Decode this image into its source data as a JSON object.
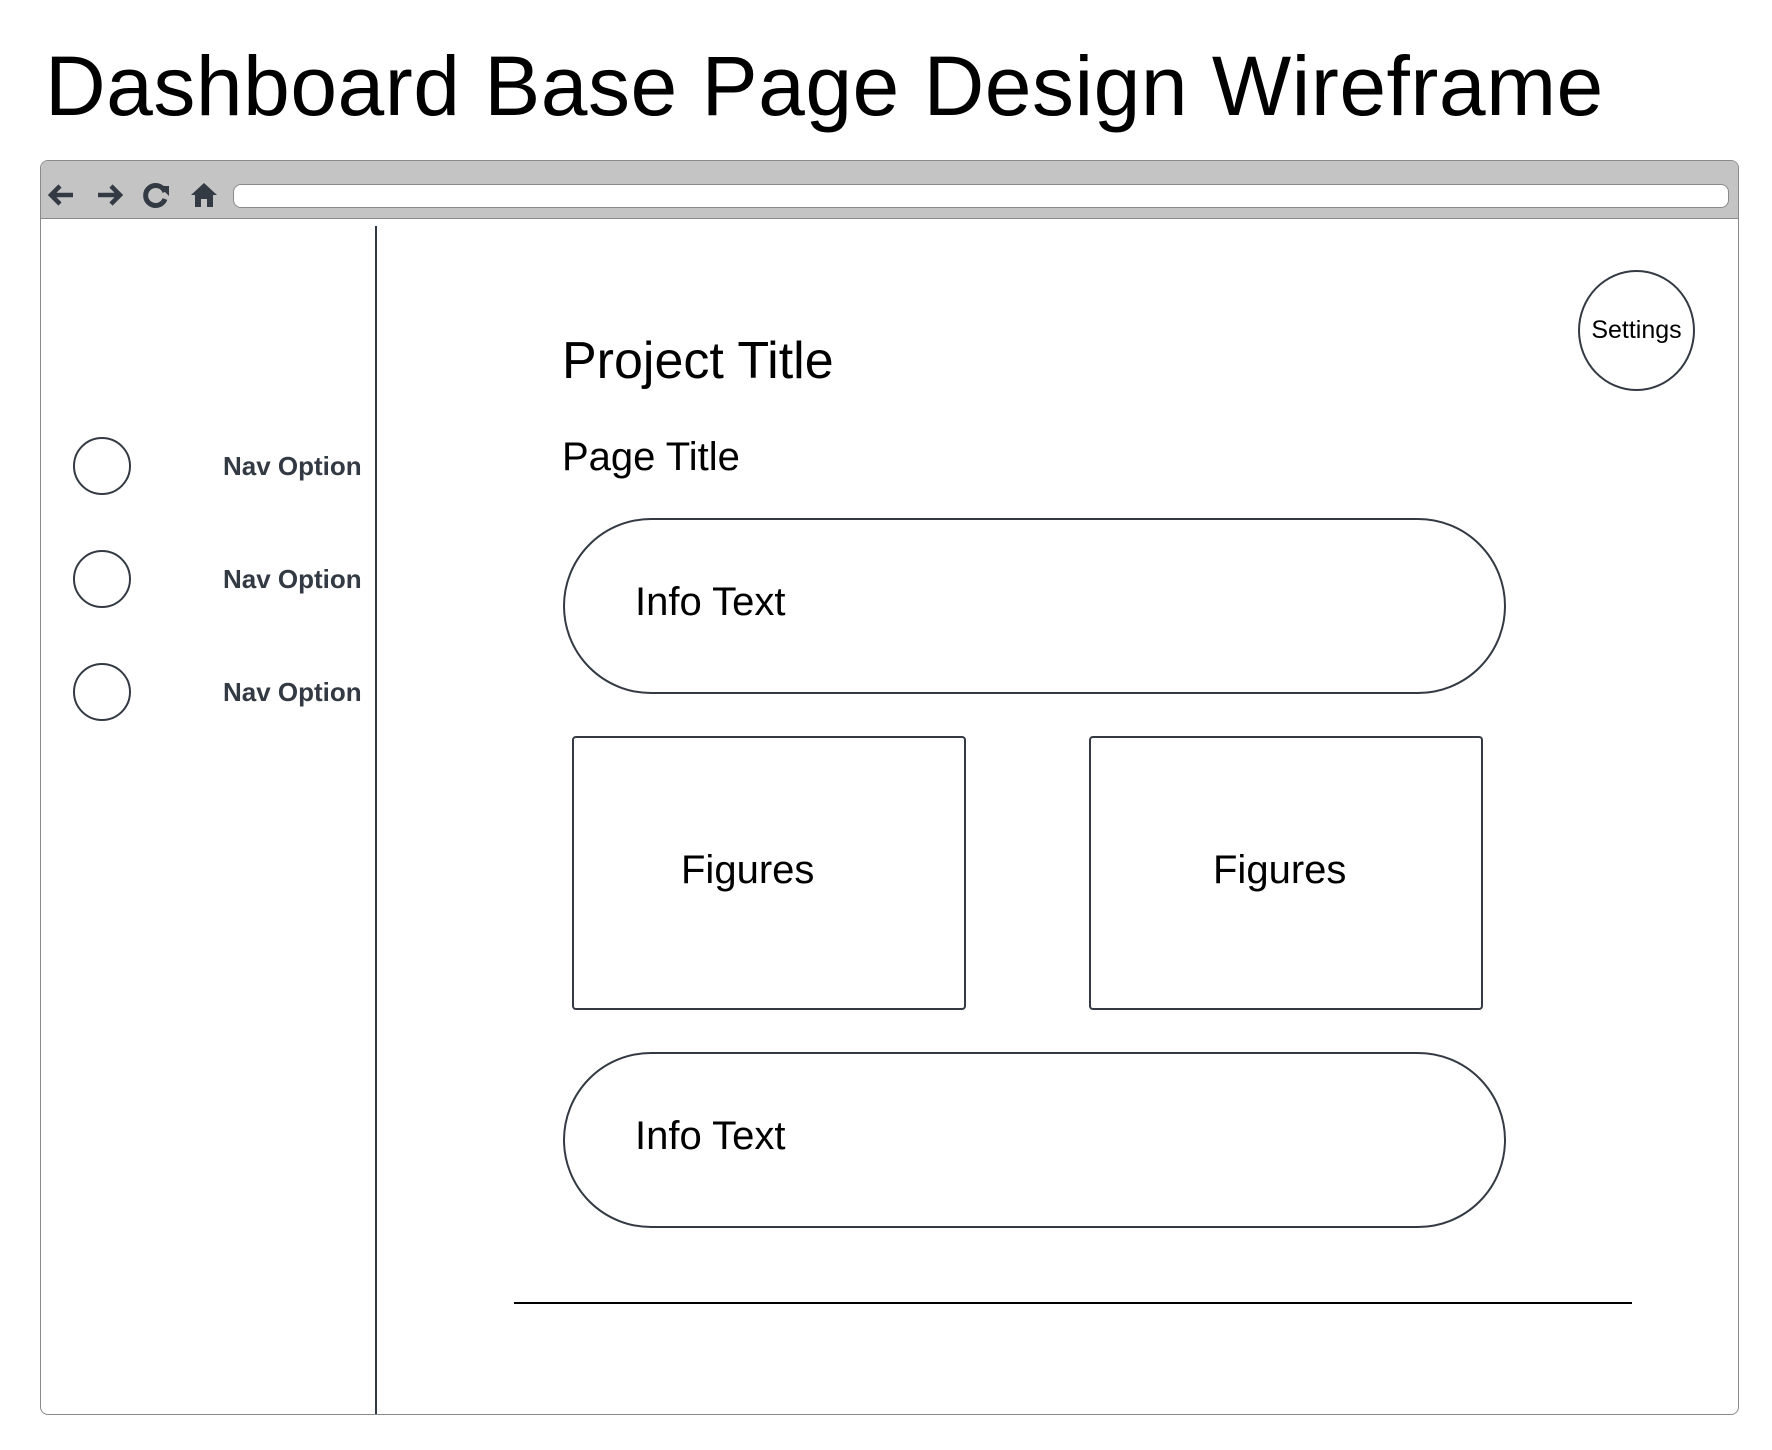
{
  "document": {
    "title": "Dashboard Base Page Design Wireframe"
  },
  "browser": {
    "toolbar": {
      "icons": [
        "back-arrow-icon",
        "forward-arrow-icon",
        "refresh-icon",
        "home-icon"
      ],
      "address_value": ""
    }
  },
  "sidebar": {
    "items": [
      {
        "label": "Nav Option"
      },
      {
        "label": "Nav Option"
      },
      {
        "label": "Nav Option"
      }
    ]
  },
  "main": {
    "settings_label": "Settings",
    "project_title": "Project Title",
    "page_title": "Page Title",
    "info_blocks": [
      {
        "label": "Info Text"
      },
      {
        "label": "Info Text"
      }
    ],
    "figures": [
      {
        "label": "Figures"
      },
      {
        "label": "Figures"
      }
    ]
  },
  "colors": {
    "stroke": "#333a44",
    "toolbar_bg": "#c4c4c4",
    "frame_border": "#8a8a8a"
  }
}
